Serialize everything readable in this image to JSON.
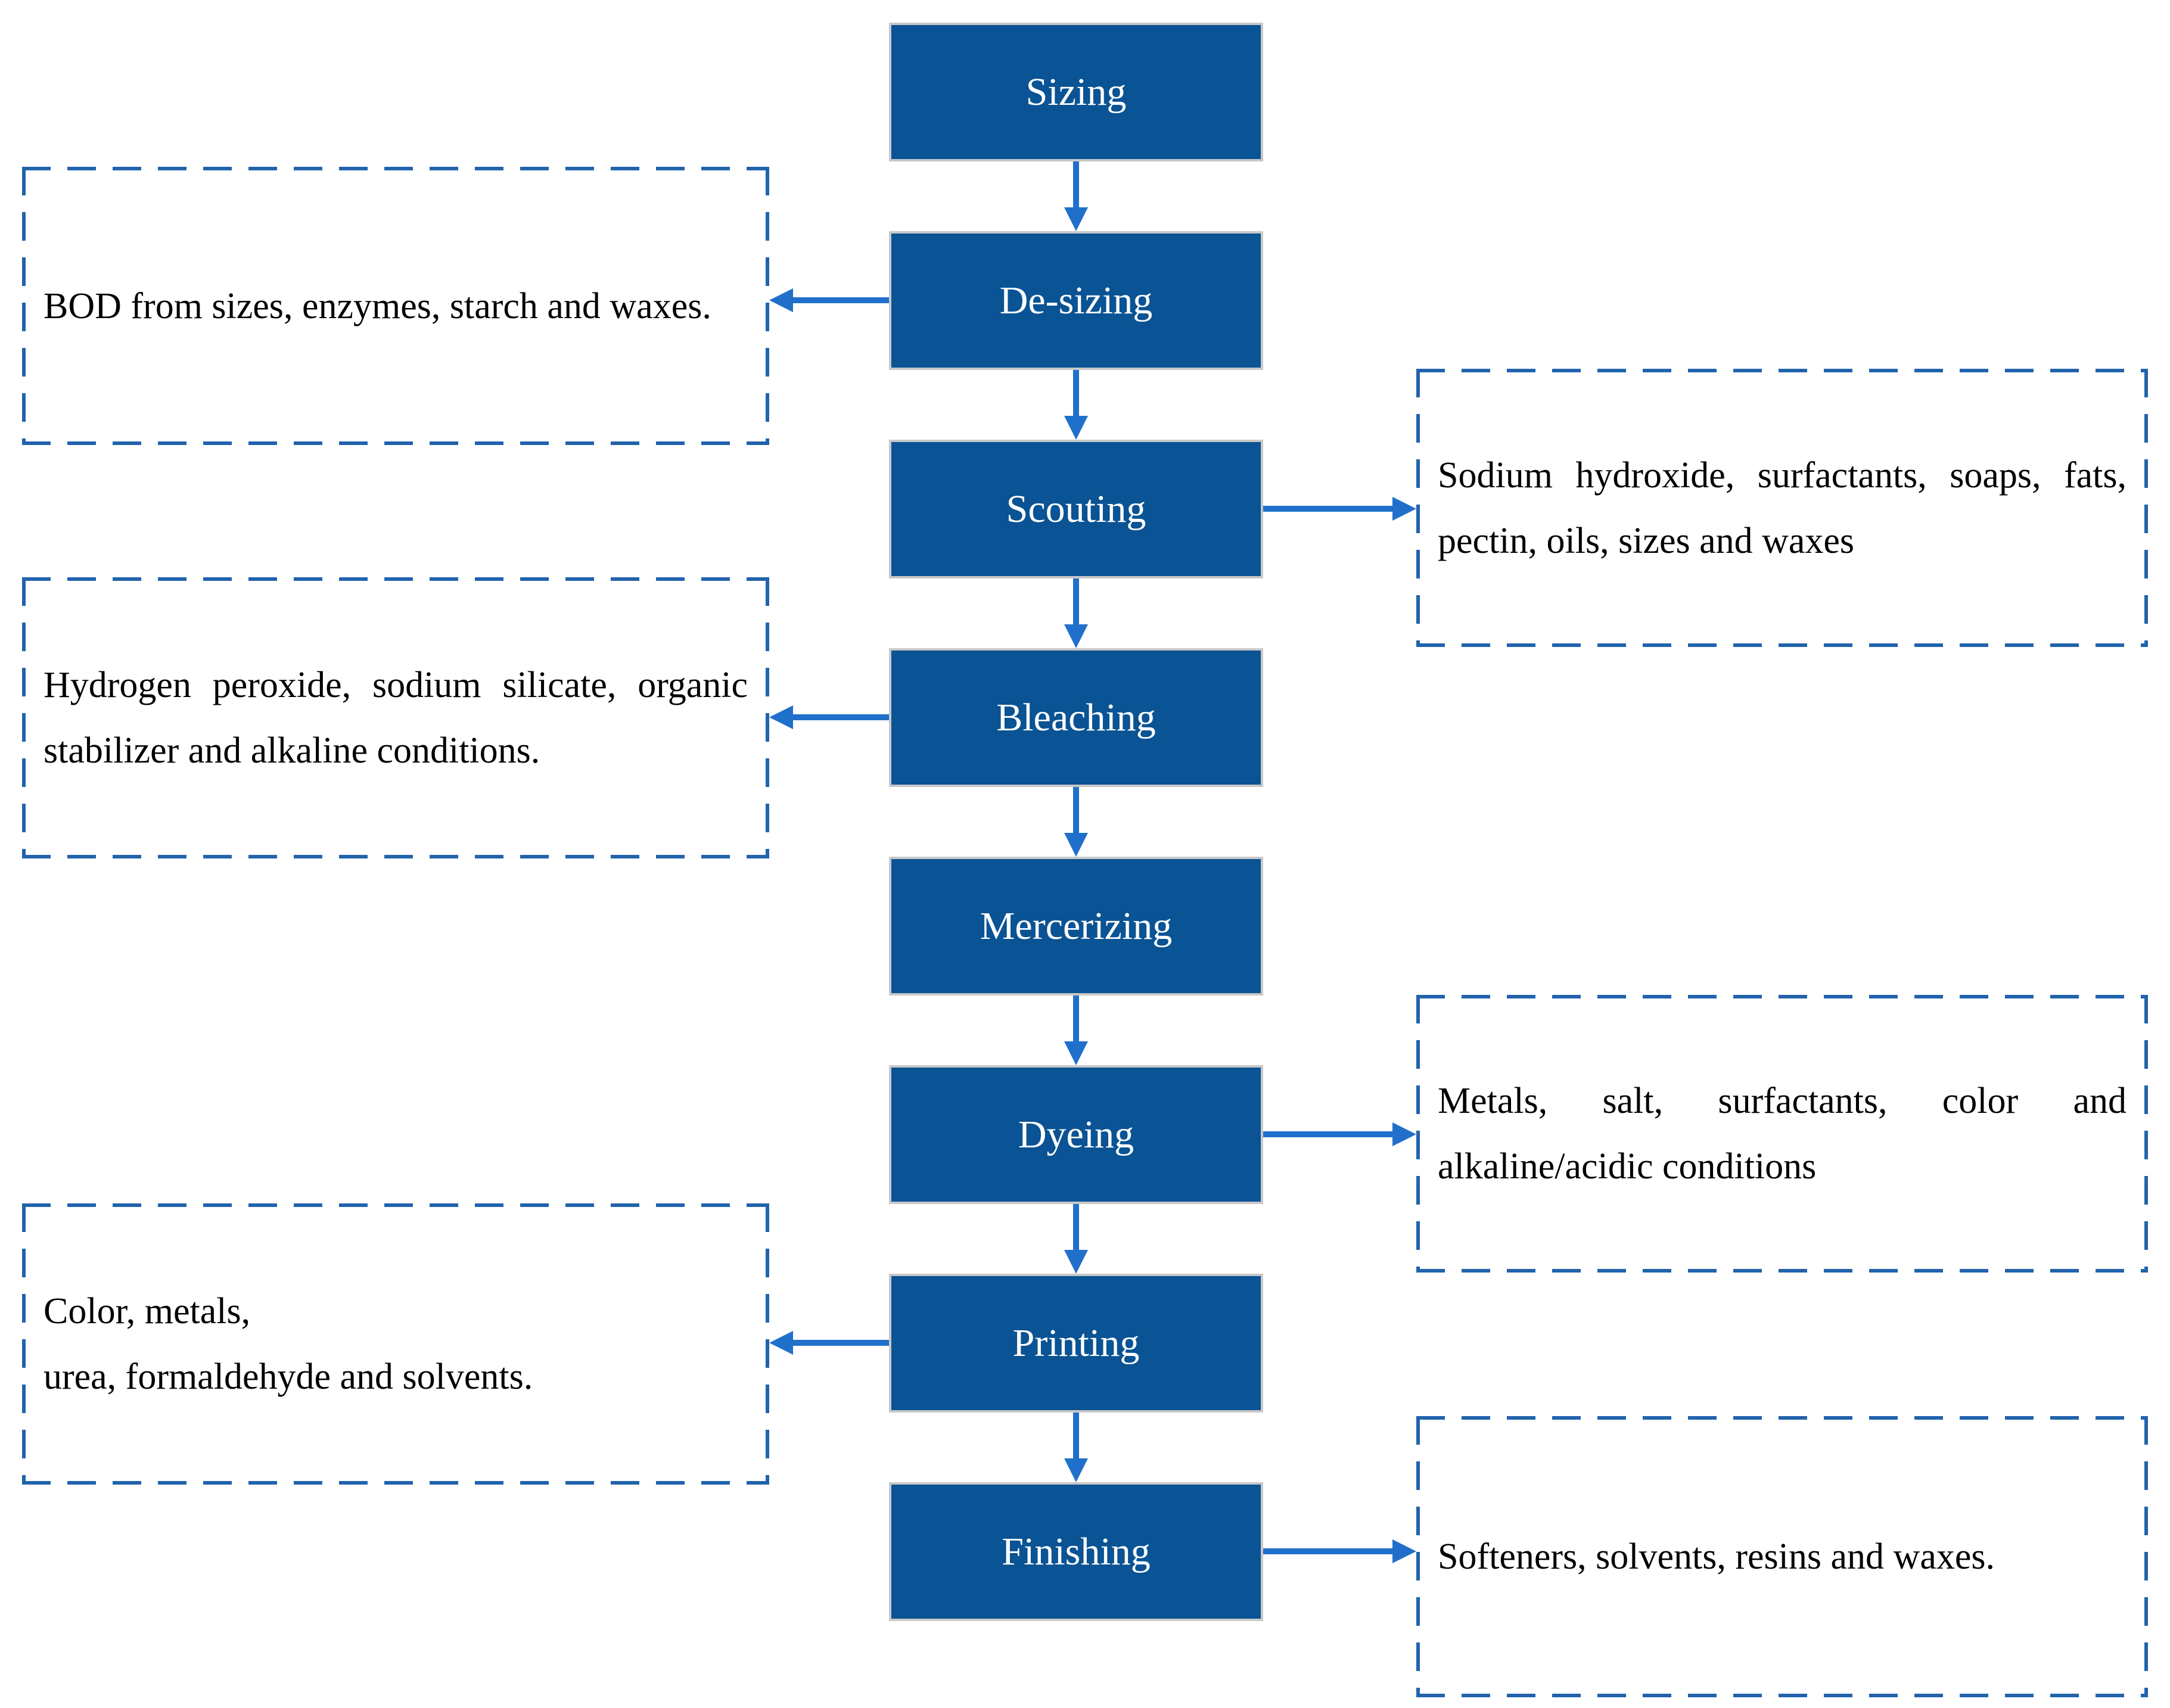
{
  "diagram": {
    "type": "flowchart",
    "subject": "textile wet processing steps and their effluent pollutants",
    "steps": [
      {
        "label": "Sizing"
      },
      {
        "label": "De-sizing"
      },
      {
        "label": "Scouting"
      },
      {
        "label": "Bleaching"
      },
      {
        "label": "Mercerizing"
      },
      {
        "label": "Dyeing"
      },
      {
        "label": "Printing"
      },
      {
        "label": "Finishing"
      }
    ],
    "notes": [
      {
        "for_step": "De-sizing",
        "side": "left",
        "text": "BOD from sizes, enzymes, starch and waxes."
      },
      {
        "for_step": "Scouting",
        "side": "right",
        "text": "Sodium hydroxide, surfactants, soaps, fats, pectin, oils, sizes and waxes"
      },
      {
        "for_step": "Bleaching",
        "side": "left",
        "text": "Hydrogen peroxide, sodium silicate, organic stabilizer and alkaline conditions."
      },
      {
        "for_step": "Dyeing",
        "side": "right",
        "text": "Metals, salt, surfactants, color and alkaline/acidic conditions"
      },
      {
        "for_step": "Printing",
        "side": "left",
        "text": "Color, metals,\nurea, formaldehyde and solvents."
      },
      {
        "for_step": "Finishing",
        "side": "right",
        "text": "Softeners, solvents, resins and waxes."
      }
    ],
    "colors": {
      "step_fill": "#0A5394",
      "step_border": "#C8C8C8",
      "step_text": "#FFFFFF",
      "arrow": "#2070CB",
      "note_border": "#2163AC",
      "note_text": "#000000",
      "background": "#FFFFFF"
    }
  }
}
